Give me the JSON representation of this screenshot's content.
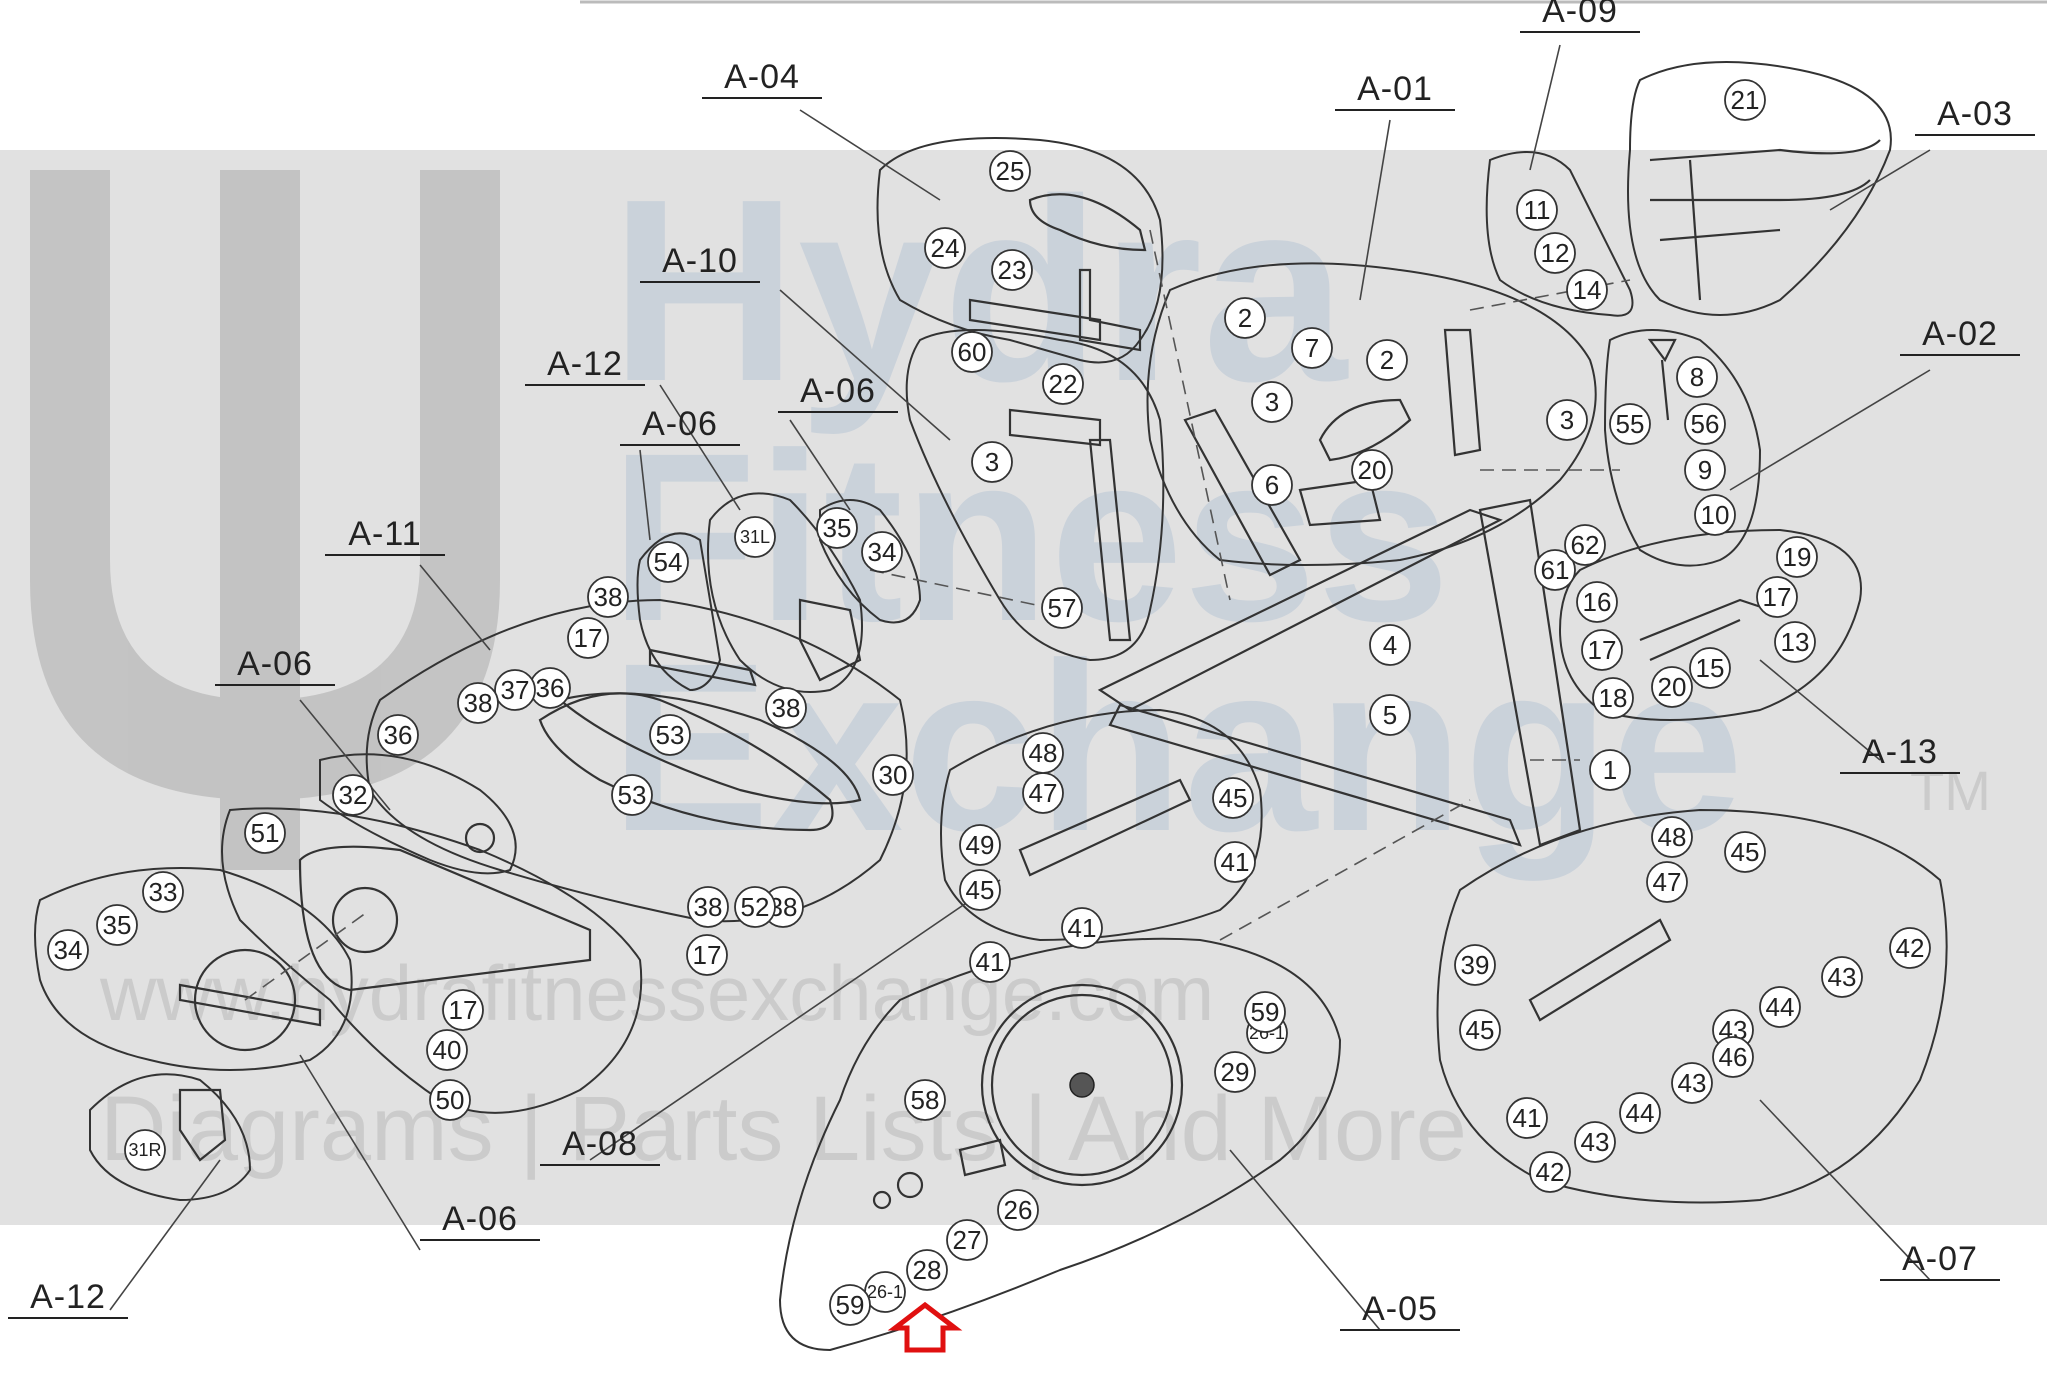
{
  "watermark": {
    "brand_line1": "Hydra",
    "brand_line2": "Fitness",
    "brand_line3": "Exchange",
    "trademark": "TM",
    "url": "www.hydrafitnessexchange.com",
    "tagline": "Diagrams | Parts Lists | And More"
  },
  "groups": [
    "A-01",
    "A-02",
    "A-03",
    "A-04",
    "A-05",
    "A-06",
    "A-06",
    "A-06",
    "A-06",
    "A-07",
    "A-08",
    "A-09",
    "A-10",
    "A-11",
    "A-12",
    "A-12",
    "A-13"
  ],
  "parts": [
    "1",
    "2",
    "2",
    "3",
    "3",
    "3",
    "4",
    "5",
    "6",
    "7",
    "8",
    "9",
    "10",
    "11",
    "12",
    "13",
    "14",
    "15",
    "16",
    "17",
    "17",
    "17",
    "17",
    "17",
    "18",
    "19",
    "20",
    "20",
    "21",
    "22",
    "23",
    "24",
    "25",
    "26",
    "26-1",
    "26-1",
    "27",
    "28",
    "29",
    "30",
    "31L",
    "31R",
    "32",
    "33",
    "34",
    "34",
    "35",
    "35",
    "36",
    "36",
    "37",
    "38",
    "38",
    "38",
    "38",
    "38",
    "39",
    "40",
    "41",
    "41",
    "41",
    "41",
    "42",
    "42",
    "43",
    "43",
    "43",
    "43",
    "44",
    "44",
    "45",
    "45",
    "45",
    "45",
    "46",
    "47",
    "47",
    "48",
    "48",
    "49",
    "50",
    "51",
    "52",
    "53",
    "53",
    "54",
    "55",
    "56",
    "57",
    "58",
    "59",
    "59",
    "60",
    "61",
    "62"
  ],
  "colors": {
    "ink": "#222222",
    "highlight_arrow": "#e01010",
    "watermark_band": "#dcdcdc",
    "watermark_text": "#b9c6d6"
  }
}
